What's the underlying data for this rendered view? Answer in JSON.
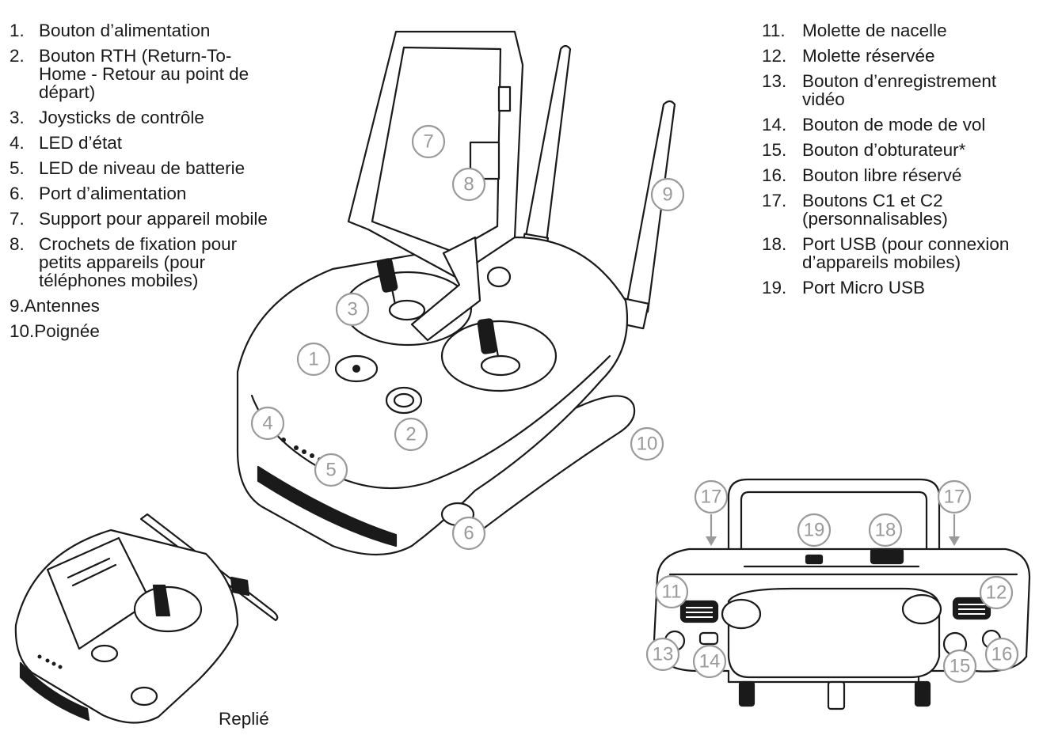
{
  "legend_left": [
    {
      "num": "1.",
      "text": "Bouton d’alimentation"
    },
    {
      "num": "2.",
      "text": "Bouton RTH (Return-To-Home - Retour au point de départ)"
    },
    {
      "num": "3.",
      "text": "Joysticks de contrôle"
    },
    {
      "num": "4.",
      "text": "LED d’état"
    },
    {
      "num": "5.",
      "text": "LED de niveau de batterie"
    },
    {
      "num": "6.",
      "text": "Port d’alimentation"
    },
    {
      "num": "7.",
      "text": "Support pour appareil mobile"
    },
    {
      "num": "8.",
      "text": "Crochets de fixation pour petits appareils (pour téléphones mobiles)"
    },
    {
      "num": "",
      "text": "9.Antennes"
    },
    {
      "num": "",
      "text": "10.Poignée"
    }
  ],
  "legend_right": [
    {
      "num": "11.",
      "text": "Molette de nacelle"
    },
    {
      "num": "12.",
      "text": "Molette réservée"
    },
    {
      "num": "13.",
      "text": "Bouton d’enregistrement vidéo"
    },
    {
      "num": "14.",
      "text": "Bouton de mode de vol"
    },
    {
      "num": "15.",
      "text": "Bouton d’obturateur*"
    },
    {
      "num": "16.",
      "text": "Bouton libre réservé"
    },
    {
      "num": "17.",
      "text": "Boutons C1 et C2 (personnalisables)"
    },
    {
      "num": "18.",
      "text": "Port USB (pour connexion d’appareils mobiles)"
    },
    {
      "num": "19.",
      "text": "Port Micro USB"
    }
  ],
  "callouts": {
    "c1": "1",
    "c2": "2",
    "c3": "3",
    "c4": "4",
    "c5": "5",
    "c6": "6",
    "c7": "7",
    "c8": "8",
    "c9": "9",
    "c10": "10",
    "c11": "11",
    "c12": "12",
    "c13": "13",
    "c14": "14",
    "c15": "15",
    "c16": "16",
    "c17a": "17",
    "c17b": "17",
    "c18": "18",
    "c19": "19"
  },
  "folded_label": "Replié",
  "colors": {
    "line": "#1a1a1a",
    "callout": "#9a9a9a",
    "background": "#ffffff"
  }
}
